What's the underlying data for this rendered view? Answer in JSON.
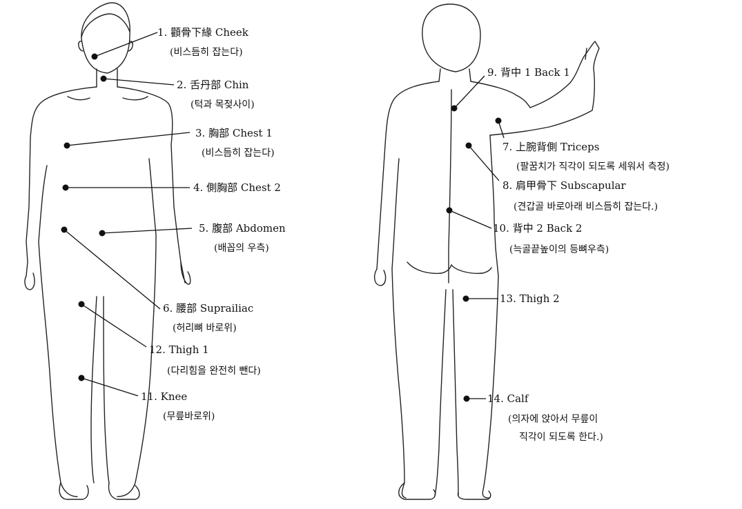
{
  "colors": {
    "ink": "#111111",
    "background": "#ffffff"
  },
  "sites": {
    "cheek": {
      "label": "1. 顴骨下緣   Cheek",
      "note": "(비스듬히 잡는다)"
    },
    "chin": {
      "label": "2. 舌丹部   Chin",
      "note": "(턱과 목젖사이)"
    },
    "chest1": {
      "label": "3. 胸部   Chest 1",
      "note": "(비스듬히 잡는다)"
    },
    "chest2": {
      "label": "4. 側胸部   Chest 2",
      "note": ""
    },
    "abdomen": {
      "label": "5. 腹部   Abdomen",
      "note": "(배꼽의 우측)"
    },
    "suprailiac": {
      "label": "6. 腰部   Suprailiac",
      "note": "(허리뼈 바로위)"
    },
    "thigh1": {
      "label": "12. Thigh 1",
      "note": "(다리힘을 완전히 뺀다)"
    },
    "knee": {
      "label": "11. Knee",
      "note": "(무릎바로위)"
    },
    "back1": {
      "label": "9. 背中 1   Back 1",
      "note": ""
    },
    "triceps": {
      "label": "7. 上腕背側   Triceps",
      "note": "(팔꿈치가 직각이 되도록 세워서 측정)"
    },
    "subscapular": {
      "label": "8. 肩甲骨下   Subscapular",
      "note": "(견갑골 바로아래 비스듬히 잡는다.)"
    },
    "back2": {
      "label": "10. 背中 2   Back 2",
      "note": "(늑골끝높이의 등뼈우측)"
    },
    "thigh2": {
      "label": "13. Thigh 2",
      "note": ""
    },
    "calf": {
      "label": "14. Calf",
      "note": "(의자에 앉아서 무릎이",
      "note2": "직각이 되도록 한다.)"
    }
  }
}
